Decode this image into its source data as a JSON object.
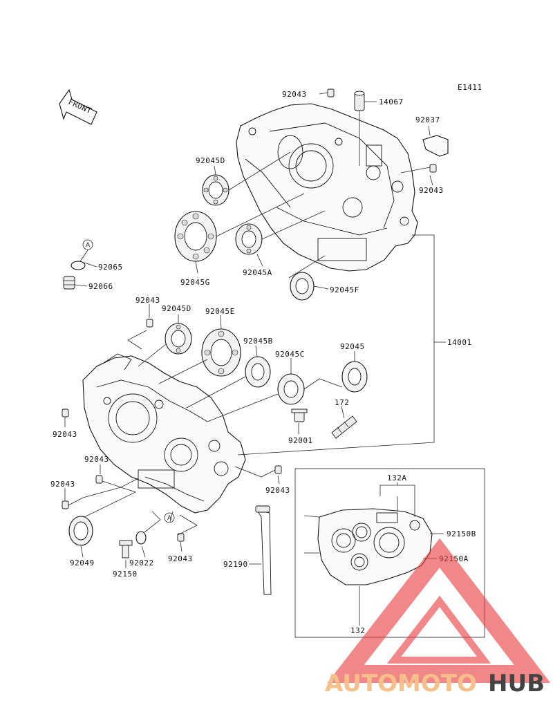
{
  "diagram": {
    "code": "E1411",
    "front_label": "FRONT",
    "ref_a": "A",
    "labels": {
      "p92043_top": "92043",
      "p14067": "14067",
      "p92037": "92037",
      "p92043_r": "92043",
      "p92045d_top": "92045D",
      "p92045g": "92045G",
      "p92045a": "92045A",
      "p92045f": "92045F",
      "p92065": "92065",
      "p92066": "92066",
      "p92043_mid": "92043",
      "p92045d_mid": "92045D",
      "p92045e": "92045E",
      "p92045b": "92045B",
      "p92045c": "92045C",
      "p92045": "92045",
      "p14001": "14001",
      "p172": "172",
      "p92001": "92001",
      "p92043_l1": "92043",
      "p92043_l2": "92043",
      "p92043_l3": "92043",
      "p92043_r2": "92043",
      "p92049": "92049",
      "p92022": "92022",
      "p92150": "92150",
      "p92043_b": "92043",
      "p92190": "92190",
      "p132a": "132A",
      "p92150b": "92150B",
      "p92150a": "92150A",
      "p132": "132"
    }
  },
  "watermark": {
    "part1": "AUTOMOTO",
    "part2": "HUB",
    "color_light": "#f6c08a",
    "color_dark": "#444444",
    "triangle_color": "#e8383a"
  }
}
